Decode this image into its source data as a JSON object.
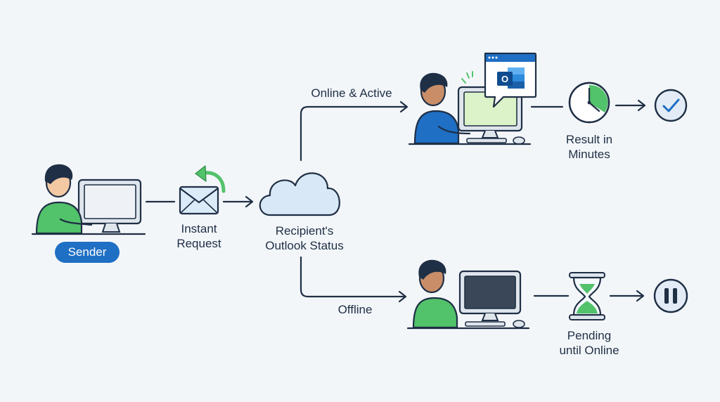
{
  "sender": {
    "badge": "Sender"
  },
  "request": {
    "line1": "Instant",
    "line2": "Request"
  },
  "status": {
    "line1": "Recipient's",
    "line2": "Outlook Status"
  },
  "online": {
    "label": "Online & Active",
    "result_line1": "Result in",
    "result_line2": "Minutes"
  },
  "offline": {
    "label": "Offline",
    "result_line1": "Pending",
    "result_line2": "until Online"
  },
  "app_icon": {
    "letter": "O"
  },
  "colors": {
    "background": "#f3f6f9",
    "stroke": "#1f2f45",
    "green": "#52c26b",
    "blue": "#1f6fc4",
    "cloud": "#d9e8f6",
    "circle_fill": "#e3ecf6"
  },
  "icons": {
    "sender": "person-at-computer-icon",
    "request": "envelope-reply-icon",
    "status": "cloud-icon",
    "online_user": "person-at-computer-with-outlook-icon",
    "online_timer": "clock-icon",
    "online_result": "checkmark-icon",
    "offline_user": "person-at-dark-computer-icon",
    "offline_timer": "hourglass-icon",
    "offline_result": "pause-icon"
  }
}
